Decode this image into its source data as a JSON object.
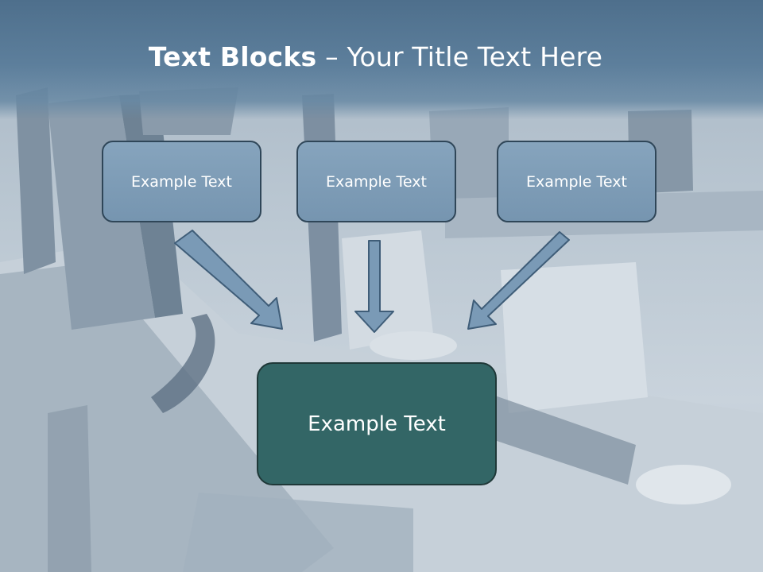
{
  "title": {
    "bold": "Text Blocks",
    "separator": " – ",
    "rest": "Your Title Text Here"
  },
  "blocks": [
    {
      "label": "Example Text"
    },
    {
      "label": "Example Text"
    },
    {
      "label": "Example Text"
    }
  ],
  "main_block": {
    "label": "Example Text"
  },
  "colors": {
    "title_bar": "#5d7f9c",
    "block_fill": "#7e9db7",
    "main_fill": "#336666",
    "arrow_fill": "#7a9ab6"
  }
}
